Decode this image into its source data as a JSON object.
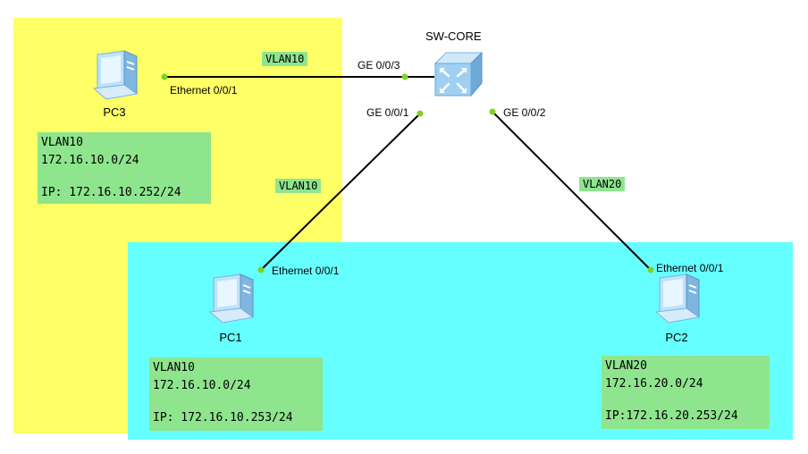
{
  "colors": {
    "vlan10_zone": "#ffff66",
    "vlan20_zone": "#66ffff",
    "label_bg": "#8ee58e",
    "port_dot": "#7ed321",
    "link": "#000000"
  },
  "switch": {
    "name": "SW-CORE",
    "icon": "switch-icon"
  },
  "ports": {
    "sw_ge003": "GE 0/0/3",
    "sw_ge001": "GE 0/0/1",
    "sw_ge002": "GE 0/0/2",
    "pc3_eth": "Ethernet 0/0/1",
    "pc1_eth": "Ethernet 0/0/1",
    "pc2_eth": "Ethernet 0/0/1"
  },
  "link_tags": {
    "pc3_link": "VLAN10",
    "pc1_link": "VLAN10",
    "pc2_link": "VLAN20"
  },
  "pcs": [
    {
      "name": "PC3",
      "icon": "pc-icon",
      "vlan": "VLAN10",
      "network": "172.16.10.0/24",
      "ip": "IP: 172.16.10.252/24"
    },
    {
      "name": "PC1",
      "icon": "pc-icon",
      "vlan": "VLAN10",
      "network": "172.16.10.0/24",
      "ip": "IP: 172.16.10.253/24"
    },
    {
      "name": "PC2",
      "icon": "pc-icon",
      "vlan": "VLAN20",
      "network": "172.16.20.0/24",
      "ip": "IP:172.16.20.253/24"
    }
  ]
}
